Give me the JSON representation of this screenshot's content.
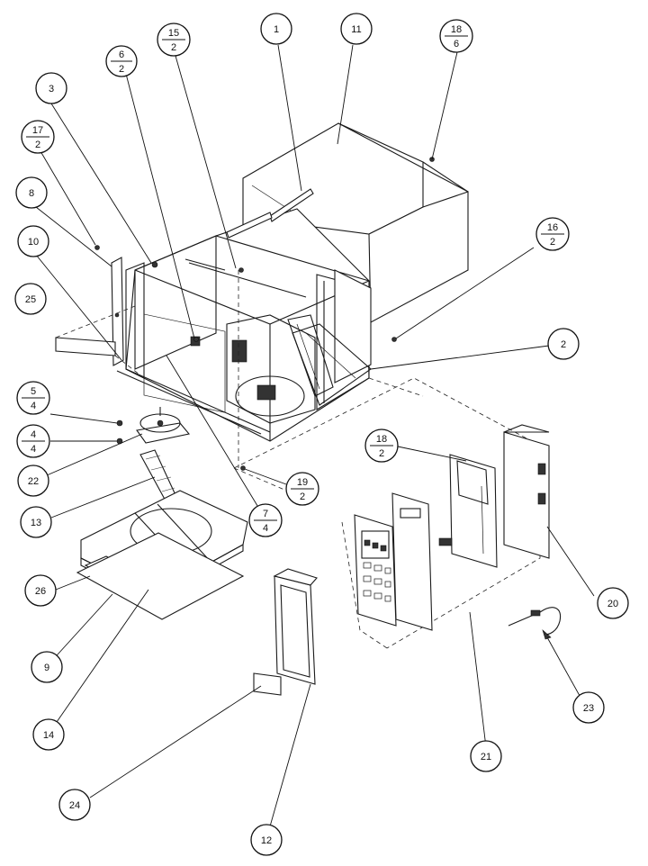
{
  "callouts": [
    {
      "id": "c1",
      "label": "1"
    },
    {
      "id": "c11",
      "label": "11"
    },
    {
      "id": "c18-6",
      "top": "18",
      "bottom": "6"
    },
    {
      "id": "c15-2",
      "top": "15",
      "bottom": "2"
    },
    {
      "id": "c6-2",
      "top": "6",
      "bottom": "2"
    },
    {
      "id": "c3",
      "label": "3"
    },
    {
      "id": "c17-2",
      "top": "17",
      "bottom": "2"
    },
    {
      "id": "c8",
      "label": "8"
    },
    {
      "id": "c10",
      "label": "10"
    },
    {
      "id": "c16-2",
      "top": "16",
      "bottom": "2"
    },
    {
      "id": "c25",
      "label": "25"
    },
    {
      "id": "c2",
      "label": "2"
    },
    {
      "id": "c5-4",
      "top": "5",
      "bottom": "4"
    },
    {
      "id": "c4-4",
      "top": "4",
      "bottom": "4"
    },
    {
      "id": "c22",
      "label": "22"
    },
    {
      "id": "c18-2",
      "top": "18",
      "bottom": "2"
    },
    {
      "id": "c19-2",
      "top": "19",
      "bottom": "2"
    },
    {
      "id": "c13",
      "label": "13"
    },
    {
      "id": "c7-4",
      "top": "7",
      "bottom": "4"
    },
    {
      "id": "c20",
      "label": "20"
    },
    {
      "id": "c26",
      "label": "26"
    },
    {
      "id": "c9",
      "label": "9"
    },
    {
      "id": "c23",
      "label": "23"
    },
    {
      "id": "c14",
      "label": "14"
    },
    {
      "id": "c21",
      "label": "21"
    },
    {
      "id": "c24",
      "label": "24"
    },
    {
      "id": "c12",
      "label": "12"
    }
  ]
}
